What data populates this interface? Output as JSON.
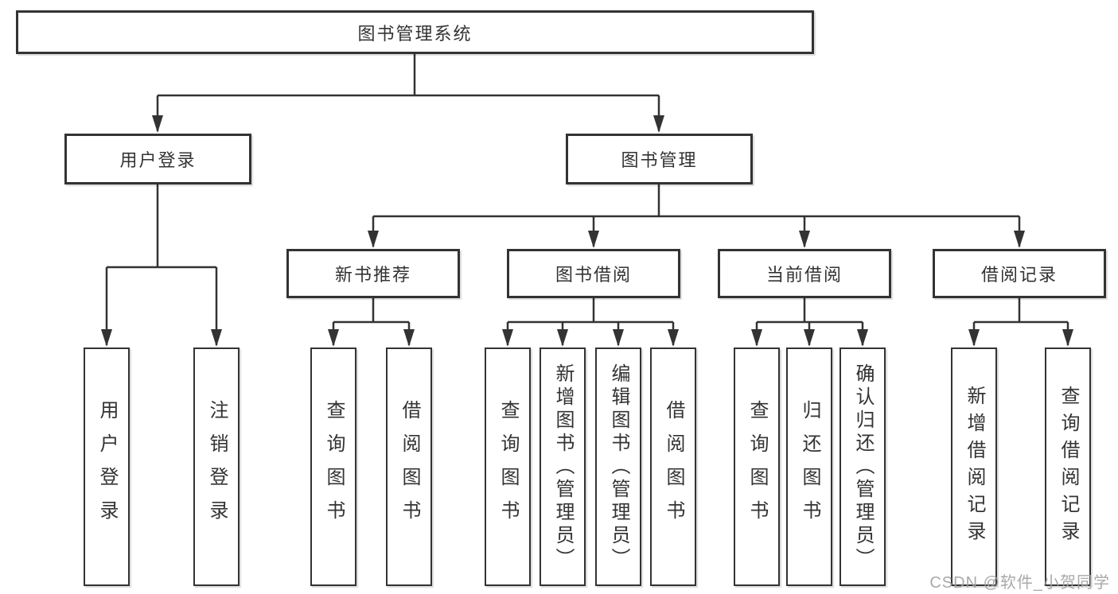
{
  "tree": {
    "root": {
      "label": "图书管理系统"
    },
    "branches": [
      {
        "label": "用户登录",
        "children": [
          {
            "label": "用户登录"
          },
          {
            "label": "注销登录"
          }
        ]
      },
      {
        "label": "图书管理",
        "children": [
          {
            "label": "新书推荐",
            "children": [
              {
                "label": "查询图书"
              },
              {
                "label": "借阅图书"
              }
            ]
          },
          {
            "label": "图书借阅",
            "children": [
              {
                "label": "查询图书"
              },
              {
                "label": "新增图书（管理员）"
              },
              {
                "label": "编辑图书（管理员）"
              },
              {
                "label": "借阅图书"
              }
            ]
          },
          {
            "label": "当前借阅",
            "children": [
              {
                "label": "查询图书"
              },
              {
                "label": "归还图书"
              },
              {
                "label": "确认归还（管理员）"
              }
            ]
          },
          {
            "label": "借阅记录",
            "children": [
              {
                "label": "新增借阅记录"
              },
              {
                "label": "查询借阅记录"
              }
            ]
          }
        ]
      }
    ]
  },
  "watermark": {
    "text": "CSDN @软件_小贺同学"
  },
  "colors": {
    "line": "#333333",
    "text": "#333333",
    "background": "#ffffff",
    "watermark": "#a2a2a2"
  }
}
